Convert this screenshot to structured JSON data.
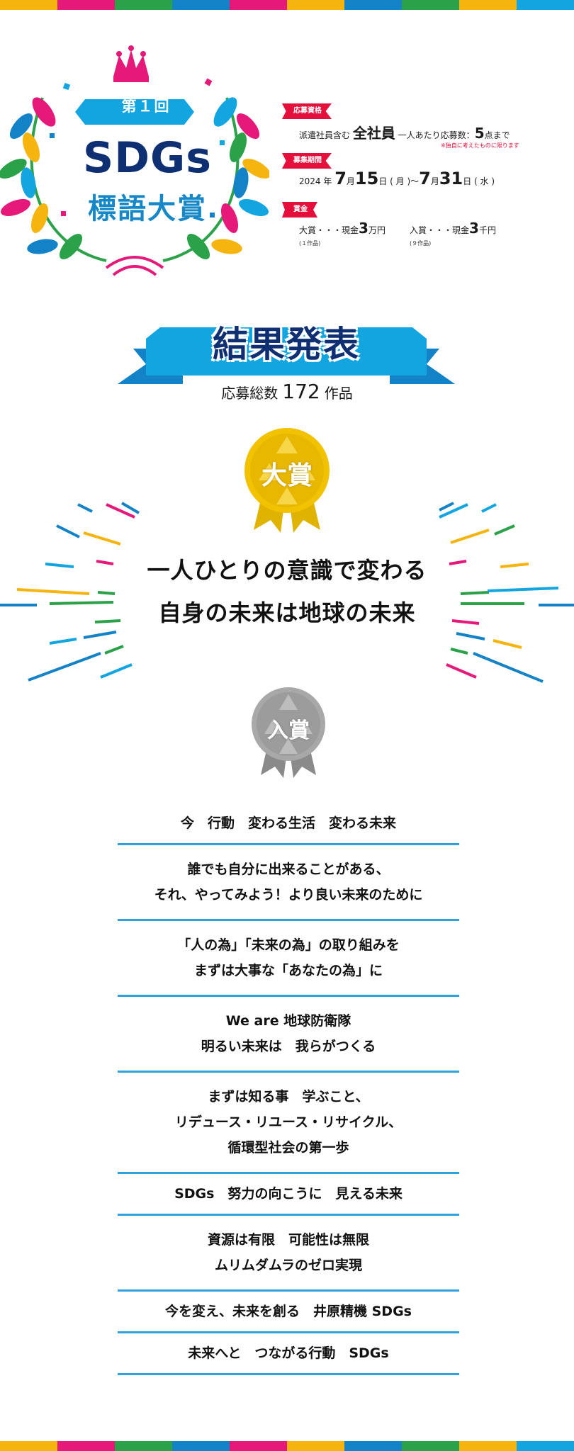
{
  "colors": {
    "stripe": [
      "#f6b40e",
      "#e5197a",
      "#2ba24a",
      "#1482c6",
      "#e5197a",
      "#f6b40e",
      "#1482c6",
      "#2ba24a",
      "#f6b40e",
      "#12a5e0"
    ],
    "navy": "#0f2f73",
    "blue": "#1688c7",
    "red": "#e50f3c",
    "gold": "#f2c200",
    "silver": "#9c9c9c"
  },
  "emblem": {
    "edition": "第１回",
    "title": "SDGs",
    "subtitle": "標語大賞",
    "icons": [
      "crown-icon",
      "laurel-icon"
    ]
  },
  "info": {
    "eligibility": {
      "tag": "応募資格",
      "prefix": "派遣社員含む",
      "target": "全社員",
      "per_person": "一人あたり応募数：",
      "count": "5",
      "unit": "点まで",
      "note": "※独自に考えたものに限ります"
    },
    "period": {
      "tag": "募集期間",
      "year": "2024 年",
      "start_month": "7",
      "month_mark": "月",
      "start_day": "15",
      "start_dow": "日 ( 月 )～",
      "end_month": "7",
      "end_month_mark": "月",
      "end_day": "31",
      "end_dow": "日 ( 水 )"
    },
    "prize": {
      "tag": "賞金",
      "grand_label": "大賞・・・現金",
      "grand_amount": "3",
      "grand_unit": "万円",
      "grand_count": "(１作品)",
      "award_label": "入賞・・・現金",
      "award_amount": "3",
      "award_unit": "千円",
      "award_count": "(９作品)"
    }
  },
  "results": {
    "title": "結果発表",
    "entries_label": "応募総数",
    "entries_count": "172",
    "entries_unit": "作品"
  },
  "grand_prize": {
    "medal_label": "大賞",
    "line1": "一人ひとりの意識で変わる",
    "line2": "自身の未来は地球の未来"
  },
  "award": {
    "medal_label": "入賞",
    "winners": [
      [
        "今　行動　変わる生活　変わる未来"
      ],
      [
        "誰でも自分に出来ることがある、",
        "それ、やってみよう！より良い未来のために"
      ],
      [
        "「人の為」「未来の為」の取り組みを",
        "まずは大事な「あなたの為」に"
      ],
      [
        "We are 地球防衛隊",
        "明るい未来は　我らがつくる"
      ],
      [
        "まずは知る事　学ぶこと、",
        "リデュース・リユース・リサイクル、",
        "循環型社会の第一歩"
      ],
      [
        "SDGs　努力の向こうに　見える未来"
      ],
      [
        "資源は有限　可能性は無限",
        "ムリムダムラのゼロ実現"
      ],
      [
        "今を変え、未来を創る　井原精機 SDGs"
      ],
      [
        "未来へと　つながる行動　SDGs"
      ]
    ]
  }
}
